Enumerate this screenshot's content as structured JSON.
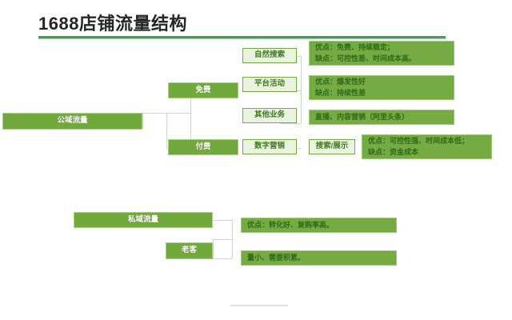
{
  "page": {
    "title": "1688店铺流量结构",
    "accent_green": "#72a93d",
    "rule_green": "#4a9a62",
    "pale_green_fill": "#eaf3df",
    "note_fill": "#76ab44",
    "note_text": "#2f6a18"
  },
  "public_domain": {
    "root": "公域流量",
    "branches": [
      {
        "label": "免费"
      },
      {
        "label": "付费"
      }
    ],
    "channels": [
      {
        "label": "自然搜索"
      },
      {
        "label": "平台活动"
      },
      {
        "label": "其他业务"
      },
      {
        "label": "数字营销"
      }
    ],
    "sub_channel": "搜索/展示",
    "notes": [
      {
        "lines": [
          "优点：免费、持续稳定；",
          "缺点：可控性差、时间成本高。"
        ]
      },
      {
        "lines": [
          "优点：爆发性好",
          "缺点：持续性差"
        ]
      },
      {
        "lines": [
          "直播、内容营销（阿里头条）"
        ]
      },
      {
        "lines": [
          "优点：可控性强、时间成本低；",
          "缺点：资金成本"
        ]
      }
    ]
  },
  "private_domain": {
    "root": "私域流量",
    "branch": "老客",
    "notes": [
      {
        "lines": [
          "优点：转化好、复购率高。"
        ]
      },
      {
        "lines": [
          "量小、需要积累。"
        ]
      }
    ]
  }
}
